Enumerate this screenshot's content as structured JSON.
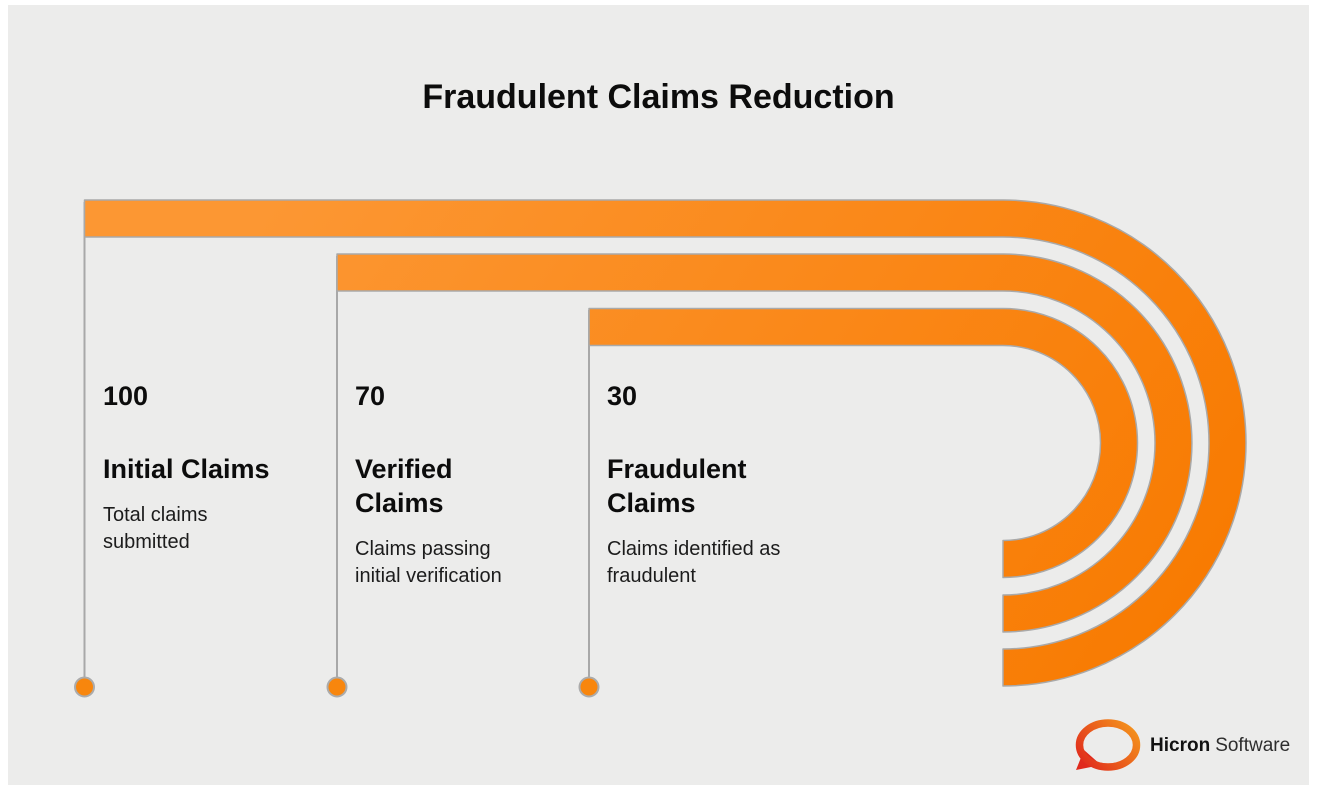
{
  "title": "Fraudulent Claims Reduction",
  "steps": [
    {
      "value": "100",
      "label": "Initial Claims",
      "description": "Total claims\nsubmitted"
    },
    {
      "value": "70",
      "label": "Verified\nClaims",
      "description": "Claims passing\ninitial verification"
    },
    {
      "value": "30",
      "label": "Fraudulent\nClaims",
      "description": "Claims identified as\nfraudulent"
    }
  ],
  "logo": {
    "brand": "Hicron",
    "suffix": "Software"
  },
  "colors": {
    "band_light": "#FC9733",
    "band_dark": "#F87A00",
    "band_stroke": "#A9A9A9",
    "connector": "#A8A8A8",
    "dot_fill": "#F8860D",
    "dot_stroke": "#ABABAB",
    "panel_bg": "#ECECEB",
    "logo_orange": "#F4921C",
    "logo_red": "#E02A1D"
  },
  "chart_data": {
    "type": "bar",
    "variant": "funnel-flow-infographic",
    "title": "Fraudulent Claims Reduction",
    "categories": [
      "Initial Claims",
      "Verified Claims",
      "Fraudulent Claims"
    ],
    "values": [
      100,
      70,
      30
    ],
    "descriptions": [
      "Total claims submitted",
      "Claims passing initial verification",
      "Claims identified as fraudulent"
    ],
    "unit": "claims",
    "orientation": "horizontal",
    "legend": false,
    "notes": "Three nested orange ribbons start at staggered left positions, run right, make a 180-degree U-turn on the right side and terminate in stacked stubs; ribbon start offset encodes funnel stage (100 -> 70 -> 30)."
  }
}
